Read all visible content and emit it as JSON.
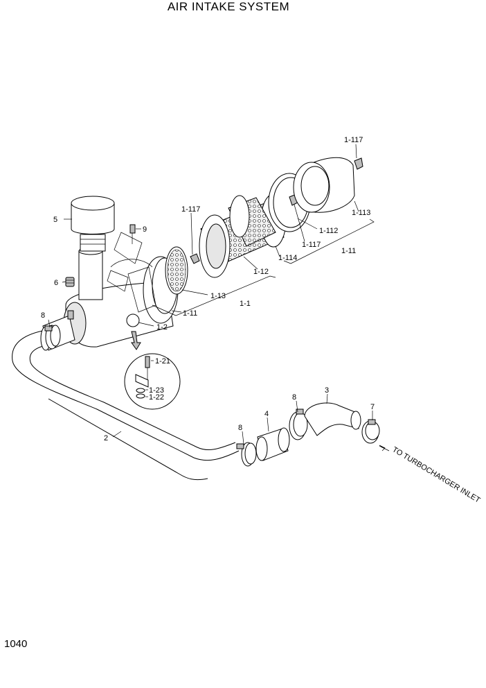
{
  "title": "AIR INTAKE SYSTEM",
  "page_number": "1040",
  "callouts": {
    "c1_117a": "1-117",
    "c1_117b": "1-117",
    "c1_117c": "1-117",
    "c1_113": "1-113",
    "c1_112": "1-112",
    "c1_114": "1-114",
    "c1_11a": "1-11",
    "c1_11b": "1-11",
    "c1_12": "1-12",
    "c1_13": "1-13",
    "c1_1": "1-1",
    "c1_2": "1-2",
    "c1_21": "1-21",
    "c1_23": "1-23",
    "c1_22": "1-22",
    "c2": "2",
    "c3": "3",
    "c4": "4",
    "c5": "5",
    "c6": "6",
    "c7": "7",
    "c8a": "8",
    "c8b": "8",
    "c8c": "8",
    "c9": "9"
  },
  "note": "TO TURBOCHARGER INLET"
}
